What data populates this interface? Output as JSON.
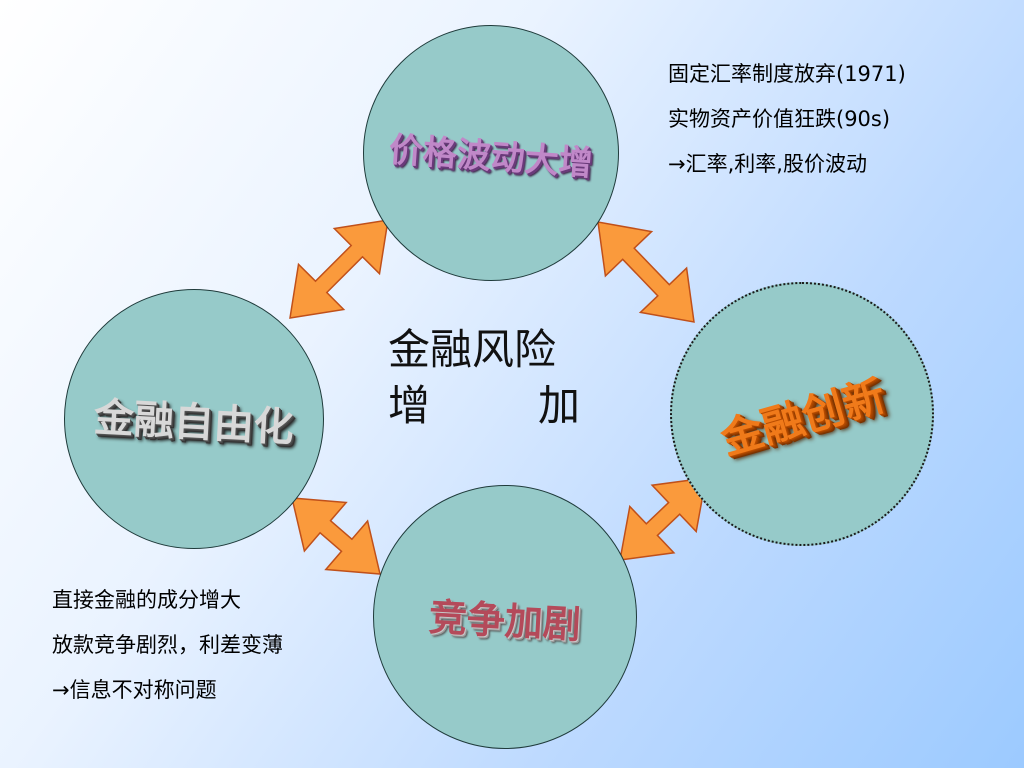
{
  "nodes": {
    "top": "价格波动大增",
    "left": "金融自由化",
    "right": "金融创新",
    "bottom": "竞争加剧"
  },
  "center": {
    "line1": "金融风险",
    "line2a": "增",
    "line2b": "加"
  },
  "notes_top_right": [
    "固定汇率制度放弃(1971)",
    "实物资产价值狂跌(90s)",
    "汇率,利率,股价波动"
  ],
  "notes_bottom_left": [
    "直接金融的成分增大",
    "放款竞争剧烈，利差变薄",
    "信息不对称问题"
  ],
  "arrow_symbol": "→",
  "colors": {
    "circle_fill": "#96cac9",
    "arrow_fill": "#fa9a3c",
    "arrow_stroke": "#c0501a",
    "background_end": "#9ccaff"
  }
}
